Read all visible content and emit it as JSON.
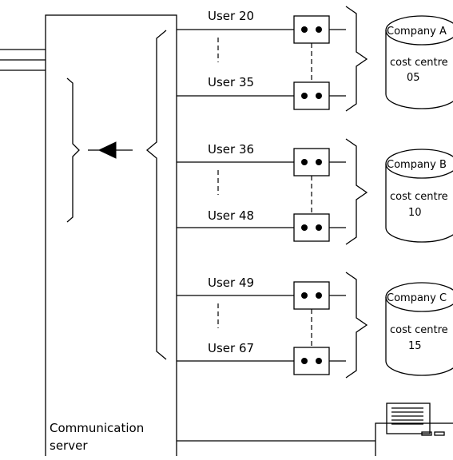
{
  "server": {
    "label_line1": "Communication",
    "label_line2": "server"
  },
  "groups": [
    {
      "first_user": "User 20",
      "last_user": "User 35",
      "company": "Company A",
      "cost_label": "cost centre",
      "cost_value": "05"
    },
    {
      "first_user": "User 36",
      "last_user": "User 48",
      "company": "Company B",
      "cost_label": "cost centre",
      "cost_value": "10"
    },
    {
      "first_user": "User 49",
      "last_user": "User 67",
      "company": "Company C",
      "cost_label": "cost centre",
      "cost_value": "15"
    }
  ],
  "printer": {
    "icon": "printer-icon"
  }
}
